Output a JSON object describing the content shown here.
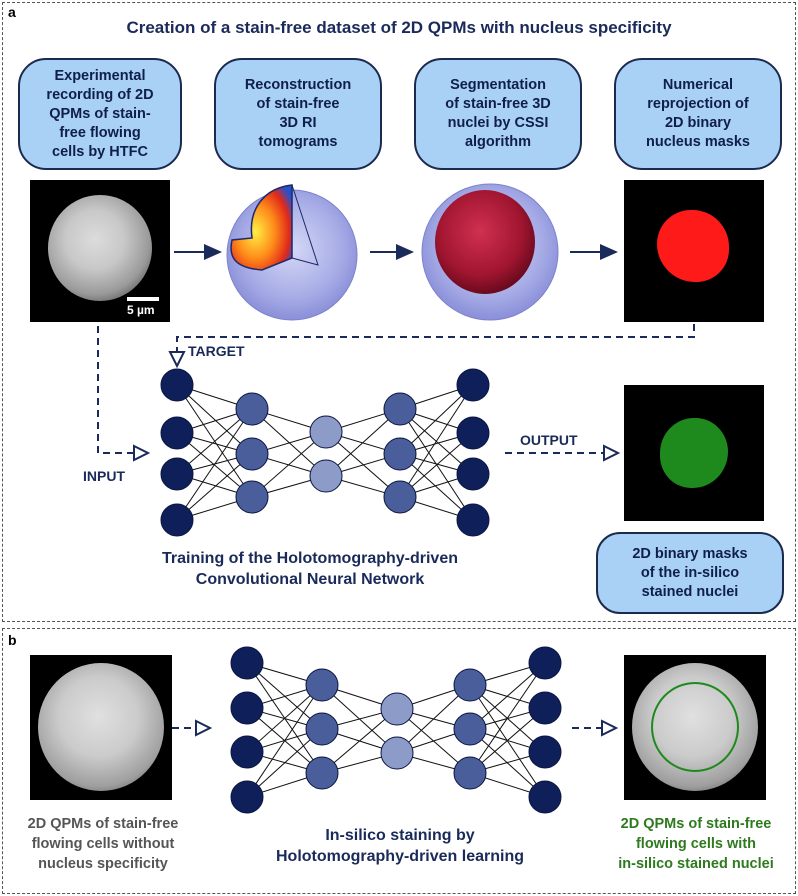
{
  "panel_a": {
    "letter": "a",
    "title": "Creation of a stain-free dataset of 2D QPMs with nucleus specificity",
    "steps": [
      "Experimental\nrecording of 2D\nQPMs of stain-\nfree flowing\ncells by HTFC",
      "Reconstruction\nof stain-free\n3D RI\ntomograms",
      "Segmentation\nof stain-free 3D\nnuclei by CSSI\nalgorithm",
      "Numerical\nreprojection of\n2D binary\nnucleus masks"
    ],
    "scale_bar": "5 µm",
    "target_label": "TARGET",
    "input_label": "INPUT",
    "output_label": "OUTPUT",
    "network_caption": "Training of the Holotomography-driven\nConvolutional Neural Network",
    "output_caption": "2D binary masks\nof the in-silico\nstained nuclei"
  },
  "panel_b": {
    "letter": "b",
    "left_caption": "2D QPMs of stain-free\nflowing cells without\nnucleus specificity",
    "center_caption": "In-silico staining by\nHolotomography-driven learning",
    "right_caption": "2D QPMs of stain-free\nflowing cells with\nin-silico stained nuclei"
  },
  "colors": {
    "navy": "#0f1f4a",
    "bubble": "#a9d0f5",
    "mask_red": "#ff1a1a",
    "mask_green": "#1e8a1e",
    "caption_gray": "#555555",
    "caption_green": "#2f7a1f"
  }
}
